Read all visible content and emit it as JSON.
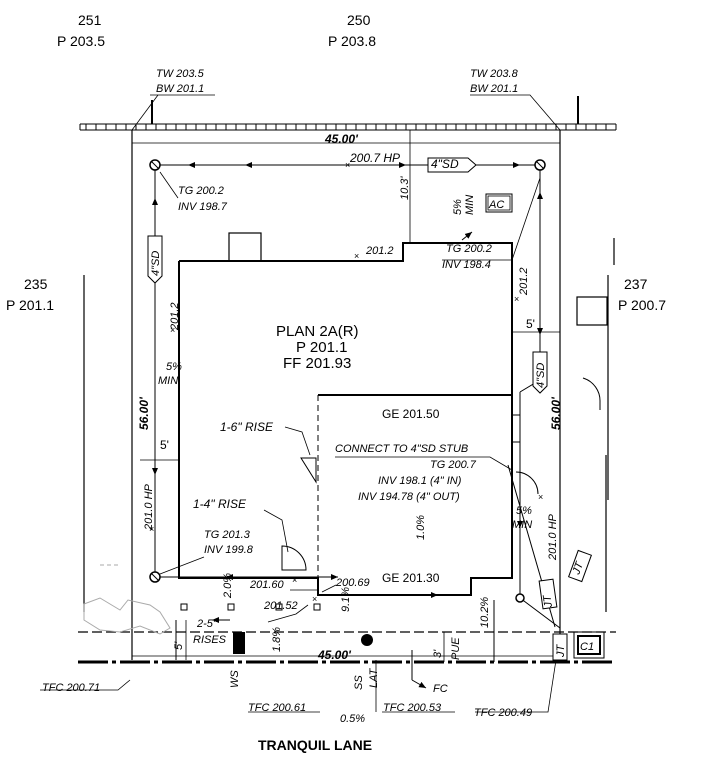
{
  "lots": {
    "lot_251": {
      "number": "251",
      "pad": "P 203.5"
    },
    "lot_250": {
      "number": "250",
      "pad": "P 203.8"
    },
    "lot_235": {
      "number": "235",
      "pad": "P 201.1"
    },
    "lot_237": {
      "number": "237",
      "pad": "P 200.7"
    }
  },
  "wall_labels": {
    "left": {
      "tw": "TW 203.5",
      "bw": "BW 201.1"
    },
    "right": {
      "tw": "TW 203.8",
      "bw": "BW 201.1"
    }
  },
  "dimensions": {
    "rear_width": "45.00'",
    "front_width": "45.00'",
    "left_depth": "56.00'",
    "right_depth": "56.00'",
    "rear_setback": "10.3'",
    "left_side": "5'",
    "right_side": "5'",
    "front_left": "5'",
    "pue_depth": "3'",
    "dim_10_2": "10.2%",
    "dim_9_1": "9.1%",
    "dim_2_0": "2.0%",
    "dim_1_8": "1.8%"
  },
  "spot_elevations": {
    "hp_rear": "200.7 HP",
    "hp_left": "201.0 HP",
    "hp_right": "201.0 HP",
    "e_201_2_top": "201.2",
    "e_201_2_left": "201.2",
    "e_201_2_right": "201.2",
    "e_201_60": "201.60",
    "e_200_69": "200.69",
    "e_201_52": "201.52"
  },
  "drains": {
    "tg_ul": {
      "tg": "TG 200.2",
      "inv": "INV 198.7"
    },
    "tg_ur": {
      "tg": "TG 200.2",
      "inv": "INV 198.4"
    },
    "tg_ll": {
      "tg": "TG 201.3",
      "inv": "INV 199.8"
    }
  },
  "pipes": {
    "sd_top": "4\"SD",
    "sd_left": "4\"SD",
    "sd_right": "4\"SD"
  },
  "slopes": {
    "top": {
      "pct": "5%",
      "min": "MIN"
    },
    "left": {
      "pct": "5%",
      "min": "MIN"
    },
    "right": {
      "pct": "5%",
      "min": "MIN"
    },
    "bottom_right": "1.0%",
    "street": "0.5%"
  },
  "house": {
    "plan": "PLAN 2A(R)",
    "pad": "P 201.1",
    "ff": "FF 201.93",
    "garage_ge_top": "GE 201.50",
    "garage_ge_bottom": "GE 201.30"
  },
  "notes": {
    "rise_1_6": "1-6\" RISE",
    "rise_1_4": "1-4\" RISE",
    "rises_2_5_a": "2-5\"",
    "rises_2_5_b": "RISES",
    "connect": "CONNECT TO 4\"SD STUB",
    "connect_tg": "TG 200.7",
    "connect_inv_in": "INV 198.1 (4\" IN)",
    "connect_inv_out": "INV 194.78 (4\" OUT)"
  },
  "equipment": {
    "ac": "AC",
    "c1": "C1",
    "jt_a": "JT",
    "jt_b": "JT",
    "jt_c": "JT"
  },
  "utilities": {
    "ws": "WS",
    "ss": "SS",
    "lat": "LAT",
    "fc": "FC",
    "pue": "PUE"
  },
  "tfc": {
    "a": "TFC 200.71",
    "b": "TFC 200.61",
    "c": "TFC 200.53",
    "d": "TFC 200.49"
  },
  "street_name": "TRANQUIL LANE"
}
